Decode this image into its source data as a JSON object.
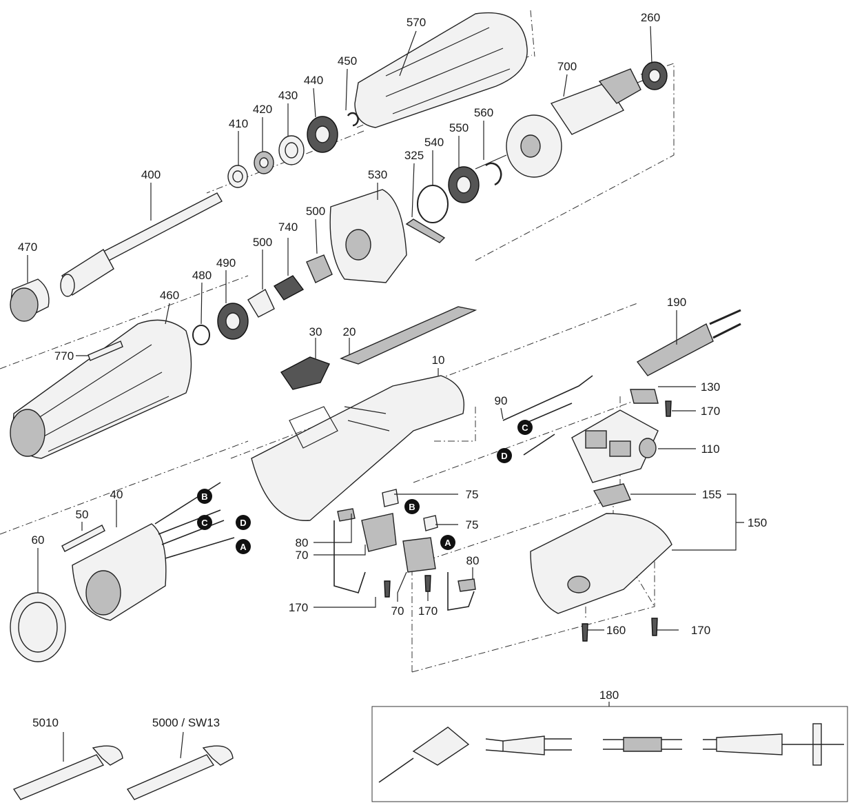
{
  "part_labels": {
    "p570": "570",
    "p260": "260",
    "p700": "700",
    "p450": "450",
    "p440": "440",
    "p430": "430",
    "p420": "420",
    "p410": "410",
    "p400": "400",
    "p560": "560",
    "p550": "550",
    "p540": "540",
    "p325": "325",
    "p530": "530",
    "p500a": "500",
    "p500b": "500",
    "p740": "740",
    "p470": "470",
    "p490": "490",
    "p480": "480",
    "p460": "460",
    "p770": "770",
    "p30": "30",
    "p20": "20",
    "p10": "10",
    "p190": "190",
    "p130": "130",
    "p170a": "170",
    "p90": "90",
    "p110": "110",
    "p155": "155",
    "p150": "150",
    "p40": "40",
    "p50": "50",
    "p60": "60",
    "p75a": "75",
    "p75b": "75",
    "p80a": "80",
    "p70a": "70",
    "p80b": "80",
    "p170b": "170",
    "p70b": "70",
    "p170c": "170",
    "p160": "160",
    "p170d": "170",
    "p180": "180",
    "p5010": "5010",
    "p5000": "5000 / SW13"
  },
  "connector_markers": {
    "a": "A",
    "b": "B",
    "c": "C",
    "d": "D"
  }
}
